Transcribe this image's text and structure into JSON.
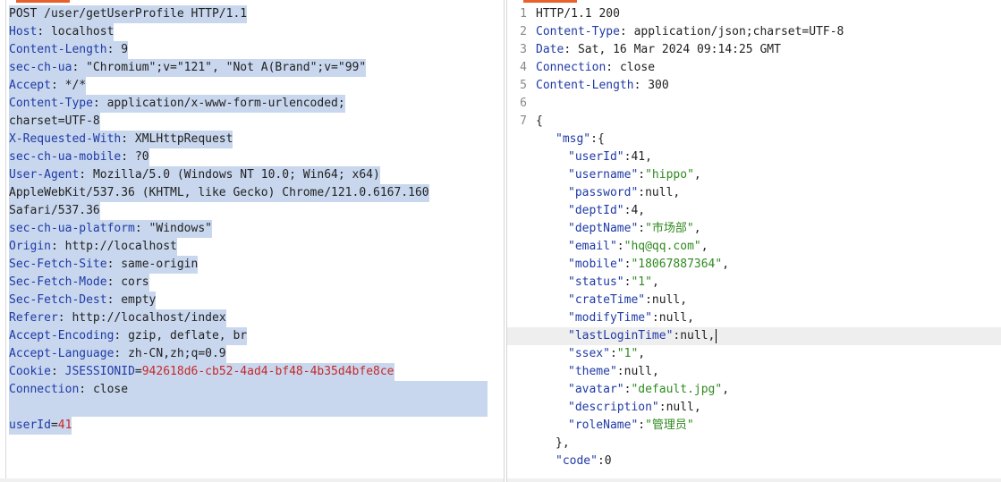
{
  "request": {
    "request_line": "POST /user/getUserProfile HTTP/1.1",
    "headers": [
      {
        "name": "Host",
        "value": "localhost"
      },
      {
        "name": "Content-Length",
        "value": "9"
      },
      {
        "name": "sec-ch-ua",
        "value": "\"Chromium\";v=\"121\", \"Not A(Brand\";v=\"99\""
      },
      {
        "name": "Accept",
        "value": "*/*"
      },
      {
        "name": "Content-Type",
        "value": "application/x-www-form-urlencoded;"
      },
      {
        "name": "",
        "value": "charset=UTF-8"
      },
      {
        "name": "X-Requested-With",
        "value": "XMLHttpRequest"
      },
      {
        "name": "sec-ch-ua-mobile",
        "value": "?0"
      },
      {
        "name": "User-Agent",
        "value": "Mozilla/5.0 (Windows NT 10.0; Win64; x64)"
      },
      {
        "name": "",
        "value": "AppleWebKit/537.36 (KHTML, like Gecko) Chrome/121.0.6167.160"
      },
      {
        "name": "",
        "value": "Safari/537.36"
      },
      {
        "name": "sec-ch-ua-platform",
        "value": "\"Windows\""
      },
      {
        "name": "Origin",
        "value": "http://localhost"
      },
      {
        "name": "Sec-Fetch-Site",
        "value": "same-origin"
      },
      {
        "name": "Sec-Fetch-Mode",
        "value": "cors"
      },
      {
        "name": "Sec-Fetch-Dest",
        "value": "empty"
      },
      {
        "name": "Referer",
        "value": "http://localhost/index"
      },
      {
        "name": "Accept-Encoding",
        "value": "gzip, deflate, br"
      },
      {
        "name": "Accept-Language",
        "value": "zh-CN,zh;q=0.9"
      }
    ],
    "cookie": {
      "name": "Cookie",
      "cookie_key": "JSESSIONID",
      "cookie_value": "942618d6-cb52-4ad4-bf48-4b35d4bfe8ce"
    },
    "connection": {
      "name": "Connection",
      "value": "close"
    },
    "body": {
      "key": "userId",
      "value": "41"
    }
  },
  "response": {
    "lines": [
      {
        "num": "1",
        "name": "",
        "value": "HTTP/1.1 200"
      },
      {
        "num": "2",
        "name": "Content-Type",
        "value": "application/json;charset=UTF-8"
      },
      {
        "num": "3",
        "name": "Date",
        "value": "Sat, 16 Mar 2024 09:14:25 GMT"
      },
      {
        "num": "4",
        "name": "Connection",
        "value": "close"
      },
      {
        "num": "5",
        "name": "Content-Length",
        "value": "300"
      },
      {
        "num": "6",
        "name": "",
        "value": ""
      }
    ],
    "json_open": {
      "num": "7",
      "text": "{"
    },
    "msg_key": "\"msg\"",
    "msg_fields": [
      {
        "key": "\"userId\"",
        "val": "41",
        "type": "num"
      },
      {
        "key": "\"username\"",
        "val": "\"hippo\"",
        "type": "str"
      },
      {
        "key": "\"password\"",
        "val": "null",
        "type": "num"
      },
      {
        "key": "\"deptId\"",
        "val": "4",
        "type": "num"
      },
      {
        "key": "\"deptName\"",
        "val": "\"市场部\"",
        "type": "str"
      },
      {
        "key": "\"email\"",
        "val": "\"hq@qq.com\"",
        "type": "str"
      },
      {
        "key": "\"mobile\"",
        "val": "\"18067887364\"",
        "type": "str"
      },
      {
        "key": "\"status\"",
        "val": "\"1\"",
        "type": "str"
      },
      {
        "key": "\"crateTime\"",
        "val": "null",
        "type": "num"
      },
      {
        "key": "\"modifyTime\"",
        "val": "null",
        "type": "num"
      },
      {
        "key": "\"lastLoginTime\"",
        "val": "null",
        "type": "num"
      },
      {
        "key": "\"ssex\"",
        "val": "\"1\"",
        "type": "str"
      },
      {
        "key": "\"theme\"",
        "val": "null",
        "type": "num"
      },
      {
        "key": "\"avatar\"",
        "val": "\"default.jpg\"",
        "type": "str"
      },
      {
        "key": "\"description\"",
        "val": "null",
        "type": "num"
      },
      {
        "key": "\"roleName\"",
        "val": "\"管理员\"",
        "type": "str"
      }
    ],
    "msg_close": "},",
    "code_key": "\"code\"",
    "code_val": "0"
  }
}
